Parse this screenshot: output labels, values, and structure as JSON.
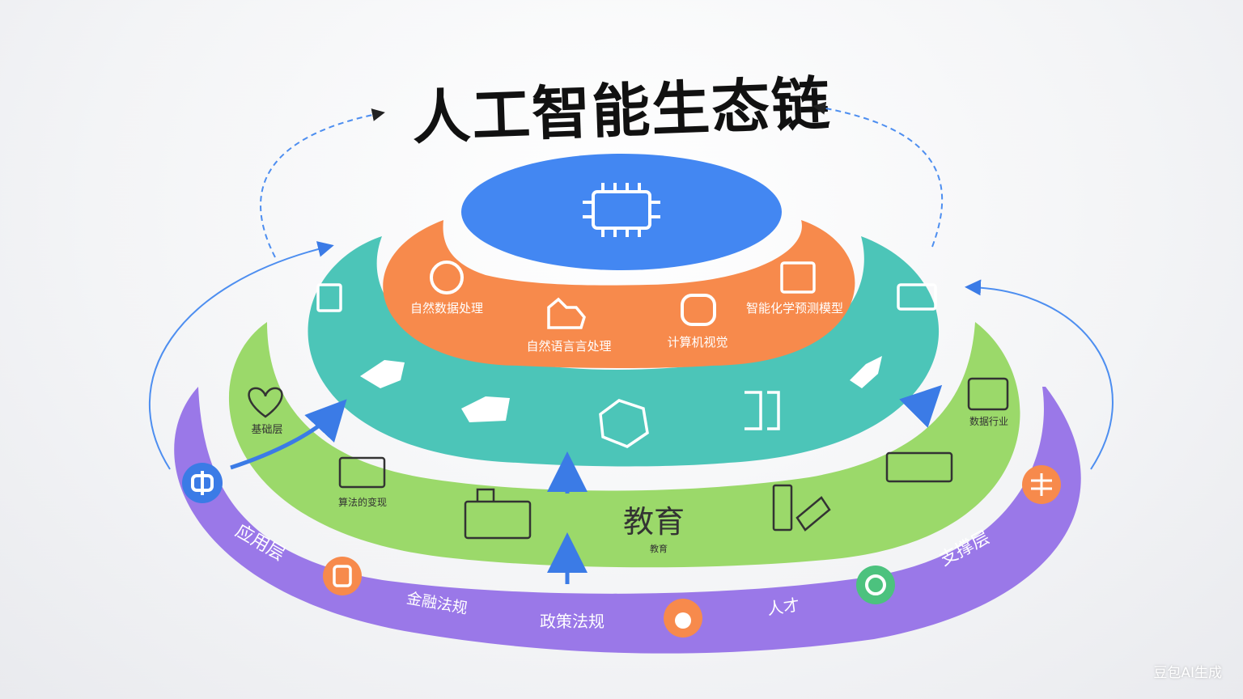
{
  "title": "人工智能生态链",
  "watermark": "豆包AI生成",
  "colors": {
    "core": "#4387f2",
    "orange": "#f78a4c",
    "teal": "#4cc5b8",
    "green": "#9bd96a",
    "purple": "#9a78e8",
    "arrow": "#3b7be6"
  },
  "core": {
    "icon": "chip-icon"
  },
  "orange_ring": {
    "items": [
      {
        "label": "自然数据处理",
        "icon": "document-icon"
      },
      {
        "label": "自然语言言处理",
        "icon": "hand-icon"
      },
      {
        "label": "计算机视觉",
        "icon": "camera-icon"
      },
      {
        "label": "智能化学预测模型",
        "icon": "server-icon"
      }
    ]
  },
  "teal_ring": {
    "icons": [
      "chip-icon",
      "robot-hand-icon",
      "machine-icon",
      "puzzle-icon",
      "bracket-icon",
      "rocket-icon",
      "monitor-icon"
    ]
  },
  "green_ring": {
    "items": [
      {
        "label": "基础层",
        "icon": "heart-icon"
      },
      {
        "label": "算法的变现",
        "icon": "computer-icon"
      },
      {
        "label": "",
        "icon": "factory-icon"
      },
      {
        "label": "教育",
        "icon": "",
        "large": "教育"
      },
      {
        "label": "",
        "icon": "gavel-icon"
      },
      {
        "label": "",
        "icon": "bank-icon"
      },
      {
        "label": "数据行业",
        "icon": "box-icon"
      }
    ]
  },
  "purple_ring": {
    "left_label": "应用层",
    "right_label": "支撑层",
    "items": [
      {
        "label": "金融法规",
        "icon": "wallet-icon"
      },
      {
        "label": "政策法规",
        "icon": ""
      },
      {
        "label": "人才",
        "icon": "globe-icon"
      }
    ],
    "badges": [
      "center-badge-icon",
      "fintech-badge-icon",
      "policy-badge-icon",
      "talent-badge-icon",
      "support-badge-icon"
    ]
  }
}
